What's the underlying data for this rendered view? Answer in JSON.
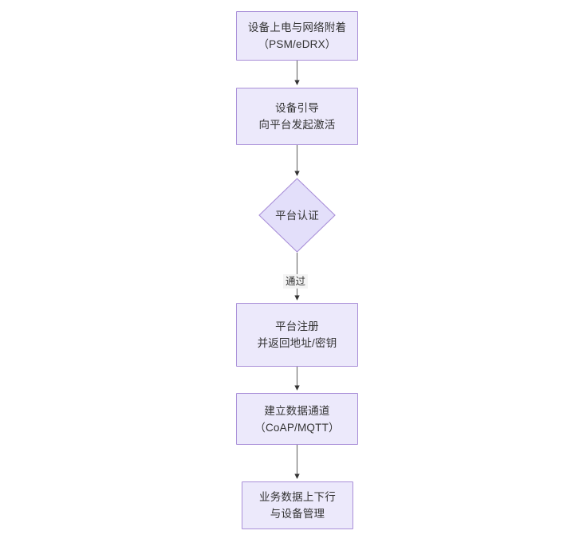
{
  "diagram": {
    "type": "flowchart",
    "orientation": "top-to-bottom",
    "background_color": "#ffffff",
    "node_fill_color": "#ece9fb",
    "node_border_color": "#a98fd8",
    "text_color": "#333333",
    "edge_color": "#666666",
    "arrowhead_color": "#333333",
    "nodes": [
      {
        "id": "power-on",
        "shape": "rect",
        "line1": "设备上电与网络附着",
        "line2": "（PSM/eDRX）",
        "text": "设备上电与网络附着\n（PSM/eDRX）"
      },
      {
        "id": "bootstrap",
        "shape": "rect",
        "line1": "设备引导",
        "line2": "向平台发起激活",
        "text": "设备引导\n向平台发起激活"
      },
      {
        "id": "platform-auth",
        "shape": "diamond",
        "line1": "平台认证",
        "line2": "",
        "text": "平台认证"
      },
      {
        "id": "platform-register",
        "shape": "rect",
        "line1": "平台注册",
        "line2": "并返回地址/密钥",
        "text": "平台注册\n并返回地址/密钥"
      },
      {
        "id": "data-channel",
        "shape": "rect",
        "line1": "建立数据通道",
        "line2": "（CoAP/MQTT）",
        "text": "建立数据通道\n（CoAP/MQTT）"
      },
      {
        "id": "business-data",
        "shape": "rect",
        "line1": "业务数据上下行",
        "line2": "与设备管理",
        "text": "业务数据上下行\n与设备管理"
      }
    ],
    "edges": [
      {
        "id": "e1",
        "from": "power-on",
        "to": "bootstrap",
        "label": ""
      },
      {
        "id": "e2",
        "from": "bootstrap",
        "to": "platform-auth",
        "label": ""
      },
      {
        "id": "e3",
        "from": "platform-auth",
        "to": "platform-register",
        "label": "通过"
      },
      {
        "id": "e4",
        "from": "platform-register",
        "to": "data-channel",
        "label": ""
      },
      {
        "id": "e5",
        "from": "data-channel",
        "to": "business-data",
        "label": ""
      }
    ]
  }
}
